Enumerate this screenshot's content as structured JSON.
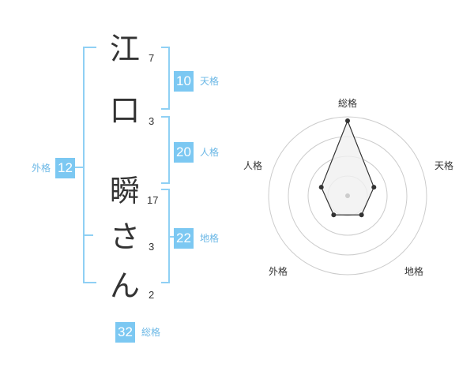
{
  "name": {
    "chars": [
      {
        "char": "江",
        "strokes": "7"
      },
      {
        "char": "口",
        "strokes": "3"
      },
      {
        "char": "瞬",
        "strokes": "17"
      },
      {
        "char": "さ",
        "strokes": "3"
      },
      {
        "char": "ん",
        "strokes": "2"
      }
    ]
  },
  "fortune": {
    "tenkaku": {
      "value": "10",
      "label": "天格"
    },
    "jinkaku": {
      "value": "20",
      "label": "人格"
    },
    "chikaku": {
      "value": "22",
      "label": "地格"
    },
    "gaikaku": {
      "value": "12",
      "label": "外格"
    },
    "soukaku": {
      "value": "32",
      "label": "総格"
    }
  },
  "colors": {
    "accent": "#7cc8f2",
    "bracket": "#8fd0f4",
    "text": "#333333",
    "radar_ring": "#cccccc",
    "radar_fill": "#f0f0f0"
  },
  "chart_data": {
    "type": "radar",
    "axes": [
      "総格",
      "天格",
      "地格",
      "外格",
      "人格"
    ],
    "values": [
      0.95,
      0.35,
      0.3,
      0.3,
      0.35
    ],
    "rings": 4
  }
}
